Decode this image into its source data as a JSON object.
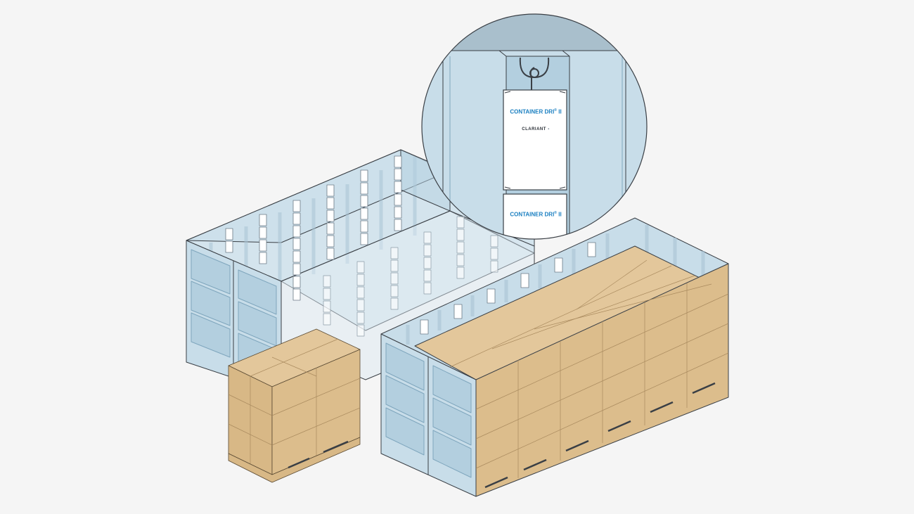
{
  "colors": {
    "background": "#f5f5f5",
    "container_wall": "#c8dde9",
    "container_wall_dark": "#b3cfdf",
    "container_wall_light": "#dbe9f1",
    "outline": "#3a3f45",
    "cardboard_top": "#e3c79b",
    "cardboard_side": "#d8b886",
    "cardboard_front": "#dcbd8c",
    "brand_blue": "#1a7fc1",
    "bag_white": "#ffffff"
  },
  "desiccant_bag": {
    "product_name": "CONTAINER DRI",
    "product_suffix": "II",
    "brand": "CLARIANT"
  },
  "icons": [
    "hook-icon",
    "clariant-logo-icon"
  ]
}
